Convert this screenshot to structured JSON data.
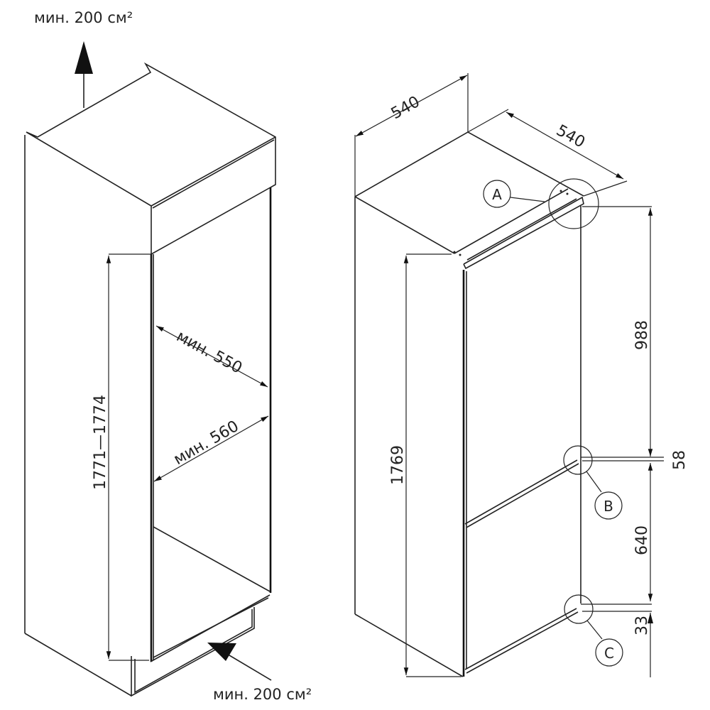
{
  "cabinet": {
    "top_vent_label": "мин. 200 см²",
    "bottom_vent_label": "мин. 200 см²",
    "depth_label": "мин. 550",
    "width_label": "мин. 560",
    "height_label": "1771—1774"
  },
  "fridge": {
    "width": "540",
    "depth": "540",
    "height": "1769",
    "upper_door": "988",
    "gap": "58",
    "lower_door": "640",
    "bottom_offset": "33",
    "detail_a": "A",
    "detail_b": "B",
    "detail_c": "C"
  }
}
